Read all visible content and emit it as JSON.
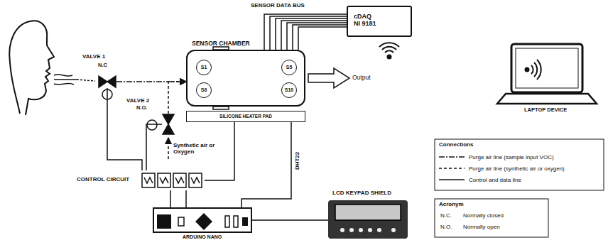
{
  "diagram": {
    "nodes": [
      {
        "text": [
          "VALVE 1",
          "N.C"
        ]
      },
      {
        "text": [
          "VALVE 2",
          "N.O."
        ]
      },
      {
        "text": [
          "SENSOR CHAMBER"
        ]
      },
      {
        "text": [
          "S1"
        ],
        "in": 2
      },
      {
        "text": [
          "S5"
        ],
        "in": 2
      },
      {
        "text": [
          "S6"
        ],
        "in": 2
      },
      {
        "text": [
          "S10"
        ],
        "in": 2
      },
      {
        "text": [
          "cDAQ NI 9181"
        ]
      },
      {
        "text": [
          "LAPTOP DEVICE"
        ]
      },
      {
        "text": [
          "SILICONE HEATER PAD"
        ]
      },
      {
        "text": [
          "CONTROL CIRCUIT"
        ]
      },
      {
        "text": [
          "ARDUINO NANO"
        ]
      },
      {
        "text": [
          "LCD KEYPAD SHIELD"
        ]
      }
    ],
    "edges": [
      {
        "from": 0,
        "to": 2,
        "arrow": "to"
      },
      {
        "from": 1,
        "to": 2,
        "arrow": "to"
      },
      {
        "from": 2,
        "to": 7,
        "label": "SENSOR DATA BUS",
        "arrow": "none"
      },
      {
        "from": 0,
        "to": 10,
        "arrow": "none"
      },
      {
        "from": 1,
        "to": 10,
        "arrow": "none"
      },
      {
        "from": 9,
        "to": 10,
        "arrow": "none"
      },
      {
        "from": 10,
        "to": 11,
        "arrow": "none"
      },
      {
        "from": 9,
        "to": 11,
        "label": "DHT22",
        "arrow": "none"
      },
      {
        "from": 11,
        "to": 12,
        "arrow": "none"
      }
    ],
    "labels": [
      "Output",
      "Synthetic air or Oxygen",
      "Connections",
      "Acronym",
      "N.C.",
      "Normally closed",
      "N.O.",
      "Normally open"
    ],
    "legend": [
      {
        "text": "Purge air line (sample input VOC)"
      },
      {
        "text": "Purge air line (synthetic air or oxygen)"
      },
      {
        "text": "Control and data line"
      }
    ]
  }
}
